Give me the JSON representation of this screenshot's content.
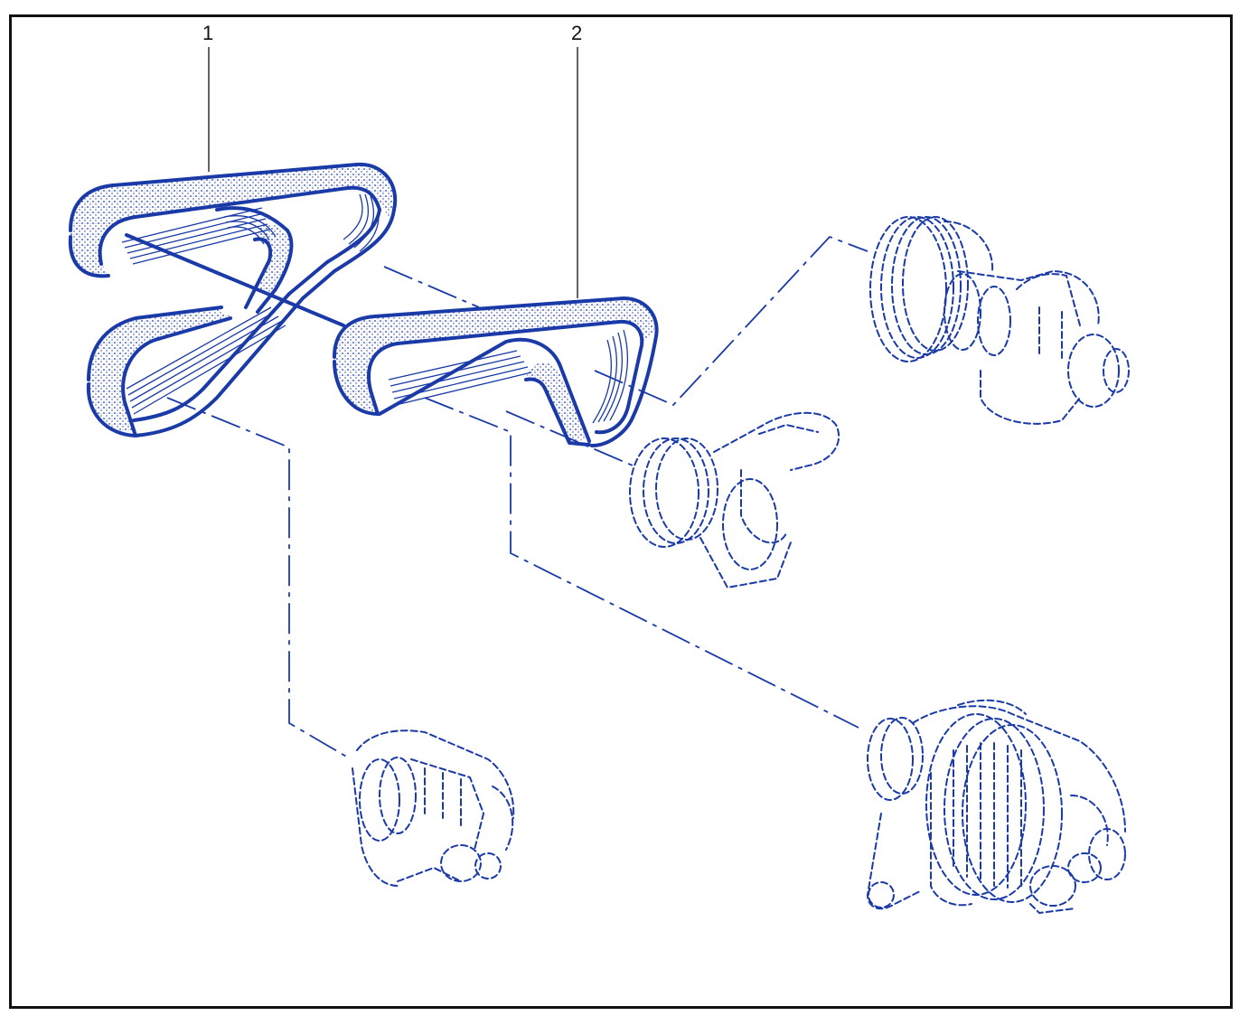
{
  "labels": {
    "callout_1": "1",
    "callout_2": "2"
  },
  "colors": {
    "line": "#1a3aa8",
    "frame": "#111111",
    "background": "#ffffff",
    "stipple": "#1a3aa8"
  },
  "components": [
    "belt-1",
    "belt-2",
    "crankshaft-pulley-icon",
    "tensioner-pulley-icon",
    "power-steering-pump-icon",
    "alternator-icon"
  ]
}
